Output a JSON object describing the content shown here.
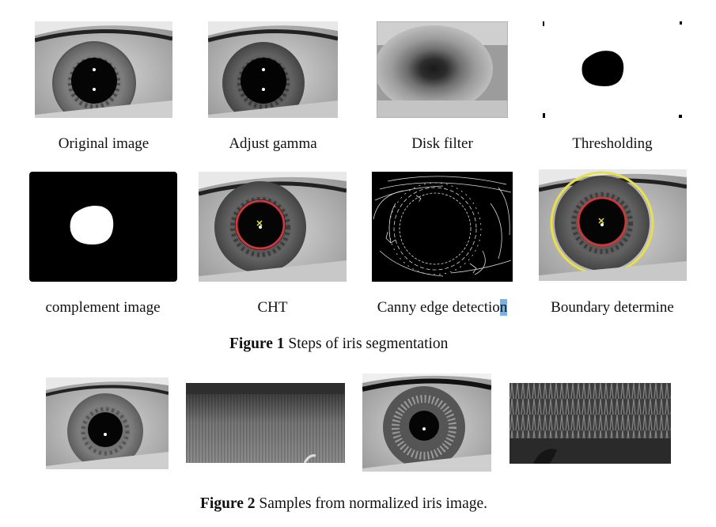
{
  "figure1": {
    "labels": [
      "Original image",
      "Adjust gamma",
      "Disk filter",
      "Thresholding",
      "complement image",
      "CHT",
      "Canny edge detectio",
      "Boundary determine"
    ],
    "label_tail": "n",
    "caption_bold": "Figure 1",
    "caption_text": " Steps of iris segmentation"
  },
  "figure2": {
    "caption_bold": "Figure 2",
    "caption_text": " Samples from normalized iris image."
  },
  "colors": {
    "cht_circle": "#c8393d",
    "boundary_outer": "#e8e04a"
  }
}
